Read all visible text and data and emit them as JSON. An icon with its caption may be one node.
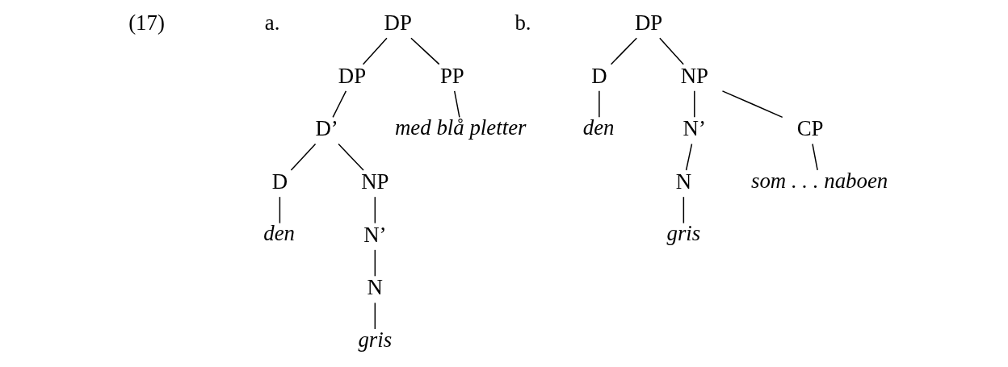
{
  "diagram": {
    "nodes": [
      {
        "text": [
          "DP"
        ]
      },
      {
        "text": [
          "DP"
        ]
      },
      {
        "text": [
          "PP"
        ]
      },
      {
        "text": [
          "D’"
        ]
      },
      {
        "text": [
          "med blå pletter"
        ]
      },
      {
        "text": [
          "D"
        ]
      },
      {
        "text": [
          "NP"
        ]
      },
      {
        "text": [
          "den"
        ]
      },
      {
        "text": [
          "N’"
        ]
      },
      {
        "text": [
          "N"
        ]
      },
      {
        "text": [
          "gris"
        ]
      },
      {
        "text": [
          "DP"
        ]
      },
      {
        "text": [
          "D"
        ]
      },
      {
        "text": [
          "NP"
        ]
      },
      {
        "text": [
          "den"
        ]
      },
      {
        "text": [
          "N’"
        ]
      },
      {
        "text": [
          "CP"
        ]
      },
      {
        "text": [
          "N"
        ]
      },
      {
        "text": [
          "som . . . naboen"
        ]
      },
      {
        "text": [
          "gris"
        ]
      }
    ],
    "edges": [
      {
        "from": 0,
        "to": 1,
        "arrow": "none"
      },
      {
        "from": 0,
        "to": 2,
        "arrow": "none"
      },
      {
        "from": 1,
        "to": 3,
        "arrow": "none"
      },
      {
        "from": 2,
        "to": 4,
        "arrow": "none"
      },
      {
        "from": 3,
        "to": 5,
        "arrow": "none"
      },
      {
        "from": 3,
        "to": 6,
        "arrow": "none"
      },
      {
        "from": 5,
        "to": 7,
        "arrow": "none"
      },
      {
        "from": 6,
        "to": 8,
        "arrow": "none"
      },
      {
        "from": 8,
        "to": 9,
        "arrow": "none"
      },
      {
        "from": 9,
        "to": 10,
        "arrow": "none"
      },
      {
        "from": 11,
        "to": 12,
        "arrow": "none"
      },
      {
        "from": 11,
        "to": 13,
        "arrow": "none"
      },
      {
        "from": 12,
        "to": 14,
        "arrow": "none"
      },
      {
        "from": 13,
        "to": 15,
        "arrow": "none"
      },
      {
        "from": 13,
        "to": 16,
        "arrow": "none"
      },
      {
        "from": 15,
        "to": 17,
        "arrow": "none"
      },
      {
        "from": 16,
        "to": 18,
        "arrow": "none"
      },
      {
        "from": 17,
        "to": 19,
        "arrow": "none"
      }
    ],
    "labels": [
      "(17)",
      "a.",
      "b."
    ]
  }
}
